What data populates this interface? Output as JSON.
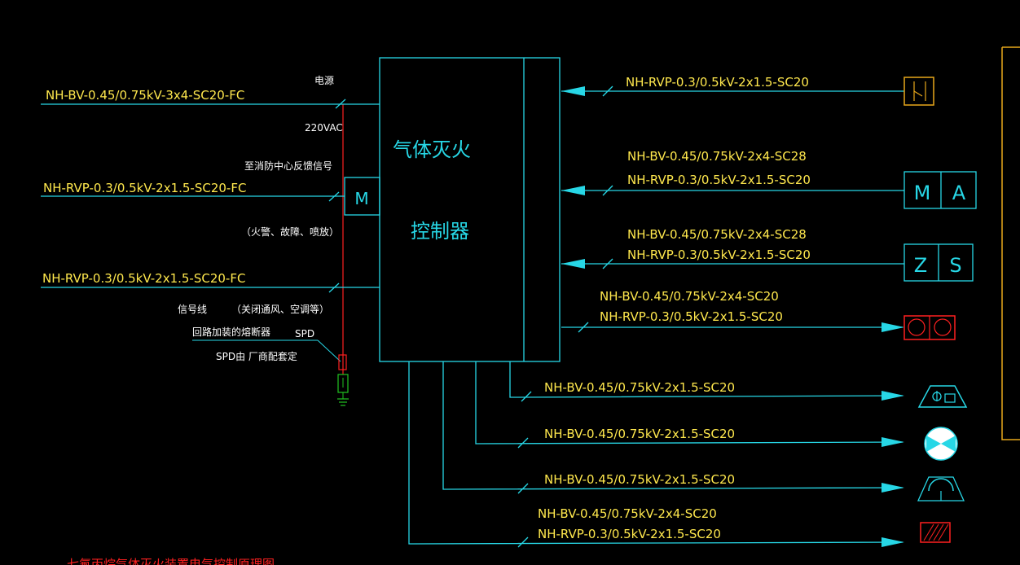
{
  "diagram": {
    "controller": {
      "line1": "气体灭火",
      "line2": "控制器"
    },
    "left_inputs": {
      "power_source_label": "电源",
      "power_cable": "NH-BV-0.45/0.75kV-3x4-SC20-FC",
      "voltage_label": "220VAC",
      "feedback_label": "至消防中心反馈信号",
      "feedback_cable": "NH-RVP-0.3/0.5kV-2x1.5-SC20-FC",
      "module_label": "M",
      "feedback_note": "（火警、故障、喷放）",
      "signal_cable": "NH-RVP-0.3/0.5kV-2x1.5-SC20-FC",
      "signal_line_label": "信号线",
      "signal_note": "（关闭通风、空调等）",
      "fuse_label": "回路加装的熔断器",
      "spd_label": "SPD",
      "spd_note": "SPD由 厂商配套定"
    },
    "right_devices": [
      {
        "cables": [
          "NH-RVP-0.3/0.5kV-2x1.5-SC20"
        ]
      },
      {
        "cables": [
          "NH-BV-0.45/0.75kV-2x4-SC28",
          "NH-RVP-0.3/0.5kV-2x1.5-SC20"
        ],
        "symbol_left": "M",
        "symbol_right": "A"
      },
      {
        "cables": [
          "NH-BV-0.45/0.75kV-2x4-SC28",
          "NH-RVP-0.3/0.5kV-2x1.5-SC20"
        ],
        "symbol_left": "Z",
        "symbol_right": "S"
      },
      {
        "cables": [
          "NH-BV-0.45/0.75kV-2x4-SC20",
          "NH-RVP-0.3/0.5kV-2x1.5-SC20"
        ]
      }
    ],
    "bottom_devices": [
      {
        "cables": [
          "NH-BV-0.45/0.75kV-2x1.5-SC20"
        ]
      },
      {
        "cables": [
          "NH-BV-0.45/0.75kV-2x1.5-SC20"
        ]
      },
      {
        "cables": [
          "NH-BV-0.45/0.75kV-2x1.5-SC20"
        ]
      },
      {
        "cables": [
          "NH-BV-0.45/0.75kV-2x4-SC20",
          "NH-RVP-0.3/0.5kV-2x1.5-SC20"
        ]
      }
    ],
    "footer_title": "七氟丙烷气体灭火装置电气控制原理图",
    "colors": {
      "wire": "#27d7e6",
      "text": "#ffe84d",
      "note": "#ffffff",
      "accent": "#ff2020",
      "ground": "#21c421",
      "symbol_border": "#e8a71a"
    }
  }
}
